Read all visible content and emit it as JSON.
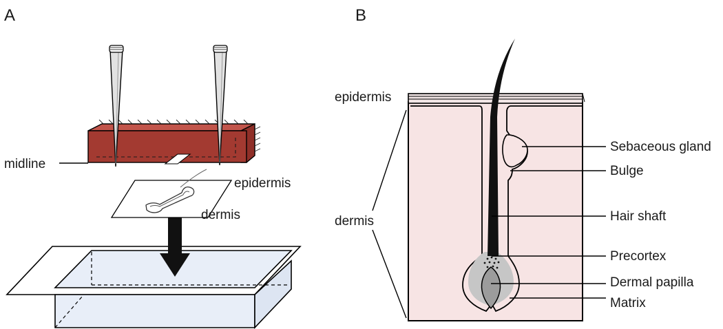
{
  "panel_a": {
    "letter": "A",
    "labels": {
      "midline": "midline",
      "epidermis": "epidermis",
      "dermis": "dermis"
    }
  },
  "panel_b": {
    "letter": "B",
    "labels": {
      "epidermis": "epidermis",
      "dermis": "dermis",
      "sebaceous_gland": "Sebaceous gland",
      "bulge": "Bulge",
      "hair_shaft": "Hair shaft",
      "precortex": "Precortex",
      "dermal_papilla": "Dermal papilla",
      "matrix": "Matrix"
    }
  },
  "colors": {
    "skin_block": "#a33a31",
    "dermis_tissue": "#f7e4e4",
    "dish_fill": "#e8eef8",
    "bulb_grey": "#c6c6c6",
    "hair": "#111111"
  }
}
